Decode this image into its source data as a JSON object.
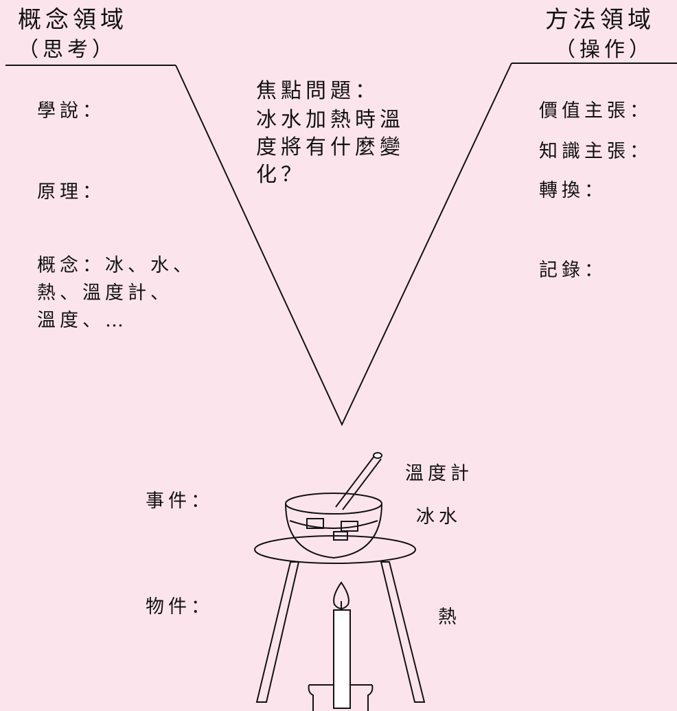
{
  "concept_domain": {
    "title": "概念領域",
    "subtitle": "（思考）",
    "theory": "學說：",
    "principle": "原理：",
    "concepts_line1": "概念：冰、水、",
    "concepts_line2": "熱、溫度計、",
    "concepts_line3": "溫度、…"
  },
  "method_domain": {
    "title": "方法領域",
    "subtitle": "（操作）",
    "value_claims": "價值主張：",
    "knowledge_claims": "知識主張：",
    "transformations": "轉換：",
    "records": "記錄："
  },
  "focus_question": {
    "label": "焦點問題：",
    "line1": "冰水加熱時溫",
    "line2": "度將有什麼變",
    "line3": "化？"
  },
  "bottom": {
    "events": "事件：",
    "objects": "物件：",
    "thermometer": "溫度計",
    "ice_water": "冰水",
    "heat": "熱"
  }
}
